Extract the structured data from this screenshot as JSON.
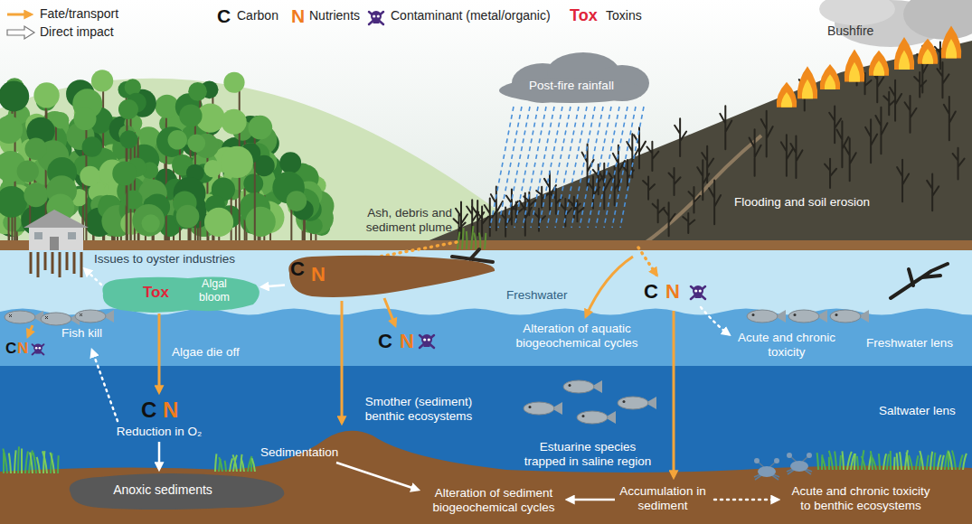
{
  "diagram": {
    "nodes": [
      {
        "text": [
          "C",
          "N"
        ]
      },
      {
        "text": [
          "Tox",
          "Algal bloom"
        ]
      },
      {
        "text": [
          "Anoxic sediments"
        ]
      }
    ],
    "edges": [
      {
        "from": 0,
        "to": 1,
        "arrow": "to"
      }
    ],
    "labels": [
      "C",
      "N",
      "Tox",
      "Bushfire",
      "Post-fire rainfall",
      "Ash, debris and sediment plume",
      "Flooding and soil erosion",
      "Issues to oyster industries",
      "Freshwater",
      "C",
      "N",
      "C",
      "N",
      "C",
      "N",
      "Fish kill",
      "Alteration of aquatic biogeochemical cycles",
      "Acute and chronic toxicity",
      "Freshwater lens",
      "Algae die off",
      "C",
      "N",
      "Smother (sediment) benthic ecosystems",
      "Saltwater lens",
      "Reduction in O₂",
      "Estuarine species trapped in saline region",
      "Sedimentation",
      "Alteration of sediment biogeochemical cycles",
      "Accumulation in sediment",
      "Acute and chronic toxicity to benthic ecosystems"
    ],
    "legend": [
      {
        "text": "Fate/transport"
      },
      {
        "text": "Direct impact"
      },
      {
        "text": "Carbon"
      },
      {
        "text": "Nutrients"
      },
      {
        "text": "Contaminant (metal/organic)"
      },
      {
        "text": "Toxins"
      }
    ]
  }
}
